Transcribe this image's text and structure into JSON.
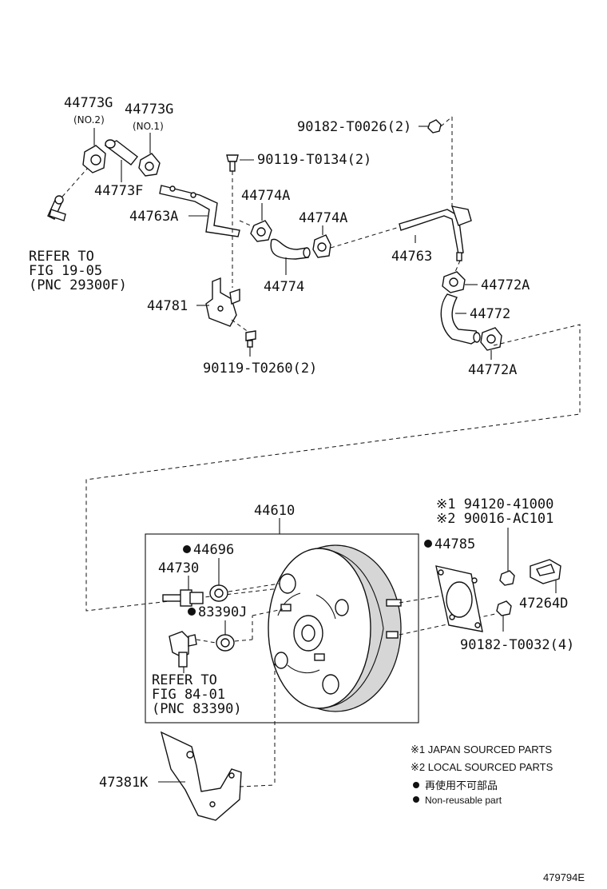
{
  "labels": {
    "p44773G_no2": "44773G",
    "p44773G_no2_sub": "(NO.2)",
    "p44773G_no1": "44773G",
    "p44773G_no1_sub": "(NO.1)",
    "p44773F": "44773F",
    "p44763A": "44763A",
    "p90182_T0026": "90182-T0026(2)",
    "p90119_T0134": "90119-T0134(2)",
    "p44774A_1": "44774A",
    "p44774A_2": "44774A",
    "p44774": "44774",
    "p44763": "44763",
    "p44772A_1": "44772A",
    "p44772": "44772",
    "p44772A_2": "44772A",
    "p44781": "44781",
    "p90119_T0260": "90119-T0260(2)",
    "p44610": "44610",
    "p44696": "44696",
    "p44730": "44730",
    "p83390J": "83390J",
    "p44785": "44785",
    "p94120": "※1 94120-41000",
    "p90016": "※2 90016-AC101",
    "p47264D": "47264D",
    "p90182_T0032": "90182-T0032(4)",
    "p47381K": "47381K"
  },
  "refs": {
    "fig1905": [
      "REFER TO",
      "FIG 19-05",
      "(PNC 29300F)"
    ],
    "fig8401": [
      "REFER TO",
      "FIG 84-01",
      "(PNC 83390)"
    ]
  },
  "legend": {
    "japan": "※1 JAPAN SOURCED PARTS",
    "local": "※2 LOCAL SOURCED PARTS",
    "nonreuse_jp": "再使用不可部品",
    "nonreuse_en": "Non-reusable part"
  },
  "figure_id": "479794E"
}
